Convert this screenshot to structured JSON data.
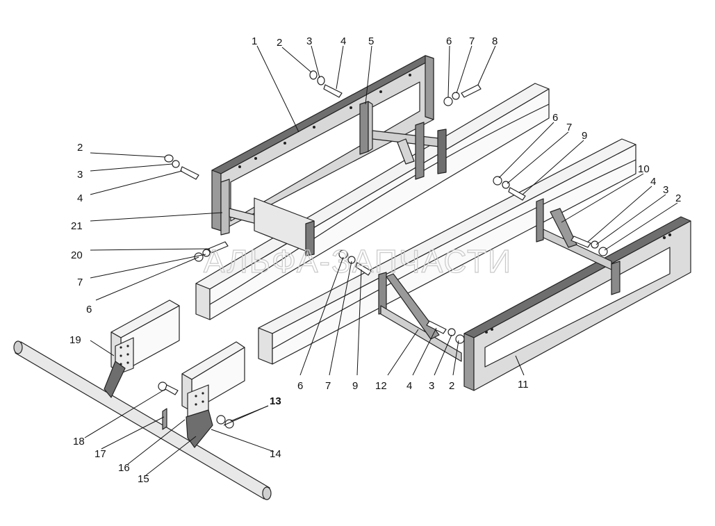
{
  "watermark": "АЛЬФА-ЗАПЧАСТИ",
  "colors": {
    "frame_dark": "#6e6e6e",
    "frame_mid": "#9a9a9a",
    "frame_light": "#d8d8d8",
    "beam_light": "#f1f1f1",
    "outline": "#222222"
  },
  "callouts": [
    {
      "id": "c1",
      "text": "1"
    },
    {
      "id": "c2a",
      "text": "2"
    },
    {
      "id": "c3a",
      "text": "3"
    },
    {
      "id": "c4a",
      "text": "4"
    },
    {
      "id": "c5",
      "text": "5"
    },
    {
      "id": "c6a",
      "text": "6"
    },
    {
      "id": "c7a",
      "text": "7"
    },
    {
      "id": "c8",
      "text": "8"
    },
    {
      "id": "c2b",
      "text": "2"
    },
    {
      "id": "c3b",
      "text": "3"
    },
    {
      "id": "c4b",
      "text": "4"
    },
    {
      "id": "c6b",
      "text": "6"
    },
    {
      "id": "c7b",
      "text": "7"
    },
    {
      "id": "c9a",
      "text": "9"
    },
    {
      "id": "c10",
      "text": "10"
    },
    {
      "id": "c4c",
      "text": "4"
    },
    {
      "id": "c3c",
      "text": "3"
    },
    {
      "id": "c2c",
      "text": "2"
    },
    {
      "id": "c21",
      "text": "21"
    },
    {
      "id": "c20",
      "text": "20"
    },
    {
      "id": "c7c",
      "text": "7"
    },
    {
      "id": "c6c",
      "text": "6"
    },
    {
      "id": "c19",
      "text": "19"
    },
    {
      "id": "c6d",
      "text": "6"
    },
    {
      "id": "c7d",
      "text": "7"
    },
    {
      "id": "c9b",
      "text": "9"
    },
    {
      "id": "c12",
      "text": "12"
    },
    {
      "id": "c4d",
      "text": "4"
    },
    {
      "id": "c3d",
      "text": "3"
    },
    {
      "id": "c2d",
      "text": "2"
    },
    {
      "id": "c11",
      "text": "11"
    },
    {
      "id": "c13",
      "text": "13"
    },
    {
      "id": "c18",
      "text": "18"
    },
    {
      "id": "c17",
      "text": "17"
    },
    {
      "id": "c16",
      "text": "16"
    },
    {
      "id": "c15",
      "text": "15"
    },
    {
      "id": "c14",
      "text": "14"
    }
  ]
}
